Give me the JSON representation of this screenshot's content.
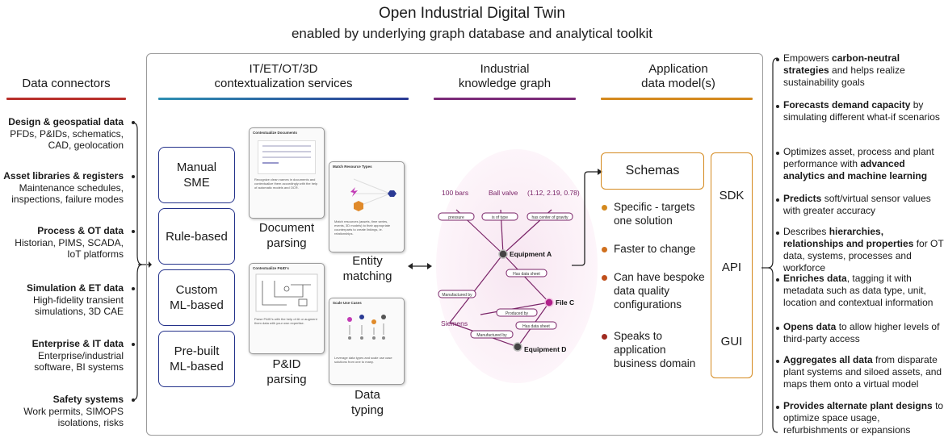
{
  "title": "Open Industrial Digital Twin",
  "subtitle": "enabled by underlying graph database and analytical toolkit",
  "colors": {
    "accent_red": "#b8302b",
    "accent_blue": "#2a3a94",
    "accent_purple": "#7b2a78",
    "accent_orange": "#d4891e",
    "box_outline": "#23318a",
    "graph_line": "#7a2468"
  },
  "left": {
    "header": "Data connectors",
    "items": [
      {
        "title": "Design & geospatial data",
        "lines": [
          "PFDs, P&IDs, schematics,",
          "CAD, geolocation"
        ]
      },
      {
        "title": "Asset libraries & registers",
        "lines": [
          "Maintenance schedules,",
          "inspections, failure modes"
        ]
      },
      {
        "title": "Process & OT data",
        "lines": [
          "Historian, PIMS, SCADA,",
          "IoT platforms"
        ]
      },
      {
        "title": "Simulation & ET data",
        "lines": [
          "High-fidelity transient",
          "simulations, 3D CAE"
        ]
      },
      {
        "title": "Enterprise & IT data",
        "lines": [
          "Enterprise/industrial",
          "software, BI systems"
        ]
      },
      {
        "title": "Safety systems",
        "lines": [
          "Work permits, SIMOPS",
          "isolations, risks"
        ]
      }
    ]
  },
  "services": {
    "header_line1": "IT/ET/OT/3D",
    "header_line2": "contextualization services",
    "methods": [
      {
        "l1": "Manual",
        "l2": "SME"
      },
      {
        "l1": "Rule-based",
        "l2": ""
      },
      {
        "l1": "Custom",
        "l2": "ML-based"
      },
      {
        "l1": "Pre-built",
        "l2": "ML-based"
      }
    ],
    "doc_parsing": {
      "l1": "Document",
      "l2": "parsing",
      "thumb_title": "Contextualize Documents",
      "thumb_text": "Recognize clean names in documents and contextualize them accordingly with the help of automatic models and OCR."
    },
    "pid_parsing": {
      "l1": "P&ID",
      "l2": "parsing",
      "thumb_title": "Contextualize P&ID's",
      "thumb_text": "Parse P&ID's with the help of AI or augment them data with your own expertise."
    },
    "entity_matching": {
      "l1": "Entity",
      "l2": "matching",
      "thumb_title": "Match Resource Types",
      "thumb_text": "Match resources (assets, time series, events, 3D models) to their appropriate counterparts to create linkings, ie. relationships."
    },
    "data_typing": {
      "l1": "Data",
      "l2": "typing",
      "thumb_title": "Scale Use Cases",
      "thumb_text": "Leverage data types and scale use case solutions from one to many."
    }
  },
  "graph": {
    "header_line1": "Industrial",
    "header_line2": "knowledge graph",
    "values": [
      "100 bars",
      "Ball valve",
      "(1.12, 2.19, 0.78)"
    ],
    "edge_labels": [
      "pressure",
      "is of type",
      "has center of gravity",
      "Has data sheet",
      "Manufactured by",
      "Produced by",
      "Has data sheet",
      "Manufactured by"
    ],
    "nodes": [
      "Equipment A",
      "File C",
      "Siemens",
      "Equipment D"
    ]
  },
  "app": {
    "header_line1": "Application",
    "header_line2": "data model(s)",
    "schemas_label": "Schemas",
    "bullets": [
      {
        "l1": "Specific - targets",
        "l2": "one solution",
        "color": "#d4891e"
      },
      {
        "l1": "Faster to change",
        "l2": "",
        "color": "#d0701e"
      },
      {
        "l1": "Can have bespoke",
        "l2": "data quality",
        "l3": "configurations",
        "color": "#c0501c"
      },
      {
        "l1": "Speaks to",
        "l2": "application",
        "l3": "business domain",
        "color": "#a02a20"
      }
    ],
    "interfaces": [
      "SDK",
      "API",
      "GUI"
    ]
  },
  "right": [
    {
      "pre": "Empowers ",
      "bold": "carbon-neutral strategies",
      "post": " and helps realize sustainability goals"
    },
    {
      "pre": "",
      "bold": "Forecasts demand capacity",
      "post": " by simulating different what-if scenarios"
    },
    {
      "pre": "Optimizes asset, process and plant performance with ",
      "bold": "advanced analytics and machine learning",
      "post": ""
    },
    {
      "pre": "",
      "bold": "Predicts",
      "post": " soft/virtual sensor values with greater accuracy"
    },
    {
      "pre": "Describes ",
      "bold": "hierarchies, relationships and properties",
      "post": " for OT data, systems, processes and workforce"
    },
    {
      "pre": "",
      "bold": "Enriches data",
      "post": ", tagging it with metadata such as data type, unit, location and contextual information"
    },
    {
      "pre": "",
      "bold": "Opens data",
      "post": " to allow higher levels of third-party access"
    },
    {
      "pre": "",
      "bold": "Aggregates all data",
      "post": " from disparate plant systems and siloed assets, and maps them onto a virtual model"
    },
    {
      "pre": "",
      "bold": "Provides alternate plant designs",
      "post": " to optimize space usage, refurbishments or expansions"
    }
  ]
}
